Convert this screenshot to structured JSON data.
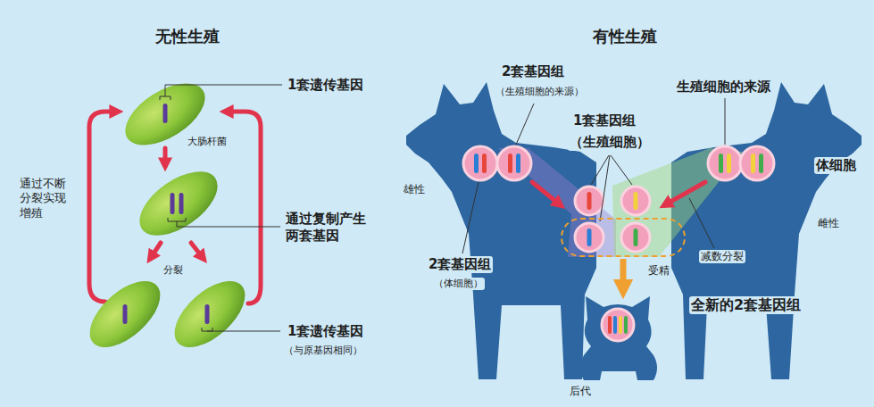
{
  "diagram": {
    "nodes": [
      {
        "text": [
          "受精"
        ]
      },
      {
        "text": [
          "后代"
        ]
      }
    ],
    "edges": [
      {
        "from": 0,
        "to": 1,
        "arrow": "to"
      }
    ],
    "labels": [
      "无性生殖",
      "有性生殖",
      "1套遗传基因",
      "大肠杆菌",
      "2套基因组",
      "（生殖细胞的来源）",
      "生殖细胞的来源",
      "1套基因组",
      "（生殖细胞）",
      "体细胞",
      "雄性",
      "通过不断 分裂实现 增殖",
      "通过复制产生 两套基因",
      "雌性",
      "分裂",
      "2套基因组",
      "（体细胞）",
      "减数分裂",
      "全新的2套基因组",
      "1套遗传基因",
      "（与原基因相同）"
    ]
  }
}
